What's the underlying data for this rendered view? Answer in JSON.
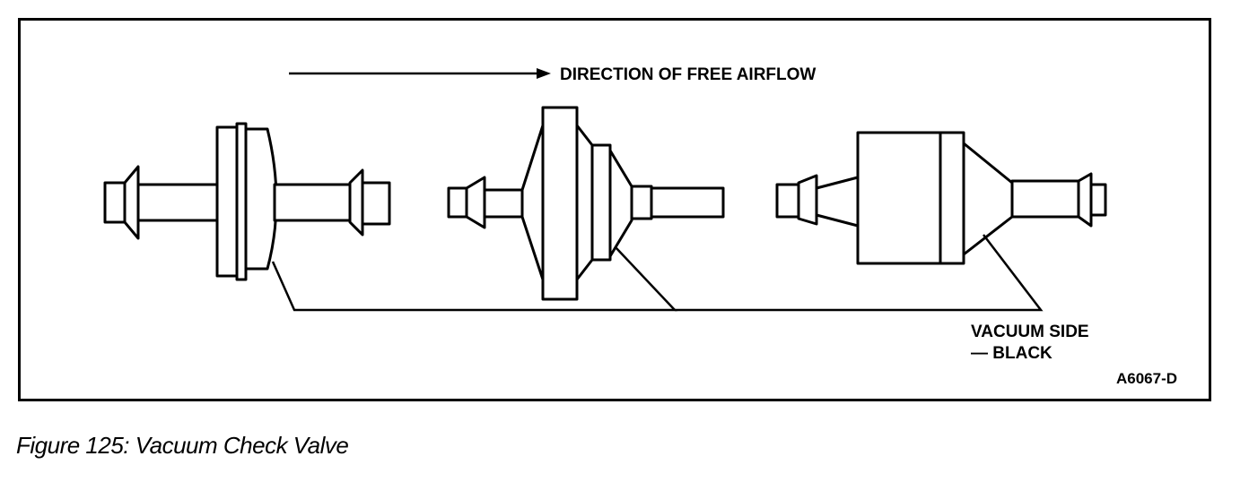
{
  "diagram": {
    "airflow_label": "DIRECTION OF FREE AIRFLOW",
    "vacuum_label_line1": "VACUUM SIDE",
    "vacuum_label_line2": "— BLACK",
    "drawing_code": "A6067-D",
    "valves": [
      "valve-1",
      "valve-2",
      "valve-3"
    ]
  },
  "caption": "Figure 125: Vacuum Check Valve"
}
